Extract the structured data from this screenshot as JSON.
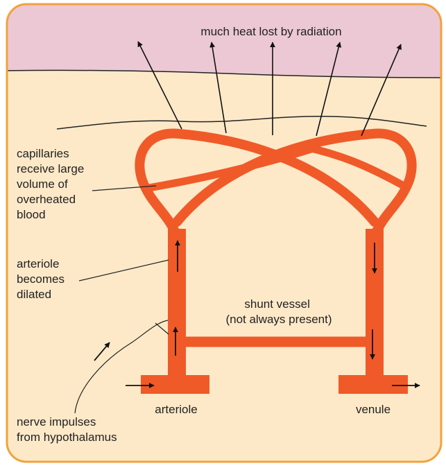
{
  "colors": {
    "skin_surface": "#ecc8d4",
    "dermis": "#fde9c8",
    "frame_border": "#f2a23c",
    "vessel": "#f05a28",
    "arrow": "#111111"
  },
  "labels": {
    "radiation": "much heat lost by radiation",
    "capillaries": [
      "capillaries",
      "receive large",
      "volume of",
      "overheated",
      "blood"
    ],
    "arteriole_dilated": [
      "arteriole",
      "becomes",
      "dilated"
    ],
    "shunt": [
      "shunt vessel",
      "(not always present)"
    ],
    "arteriole": "arteriole",
    "venule": "venule",
    "nerve": [
      "nerve impulses",
      "from hypothalamus"
    ]
  }
}
